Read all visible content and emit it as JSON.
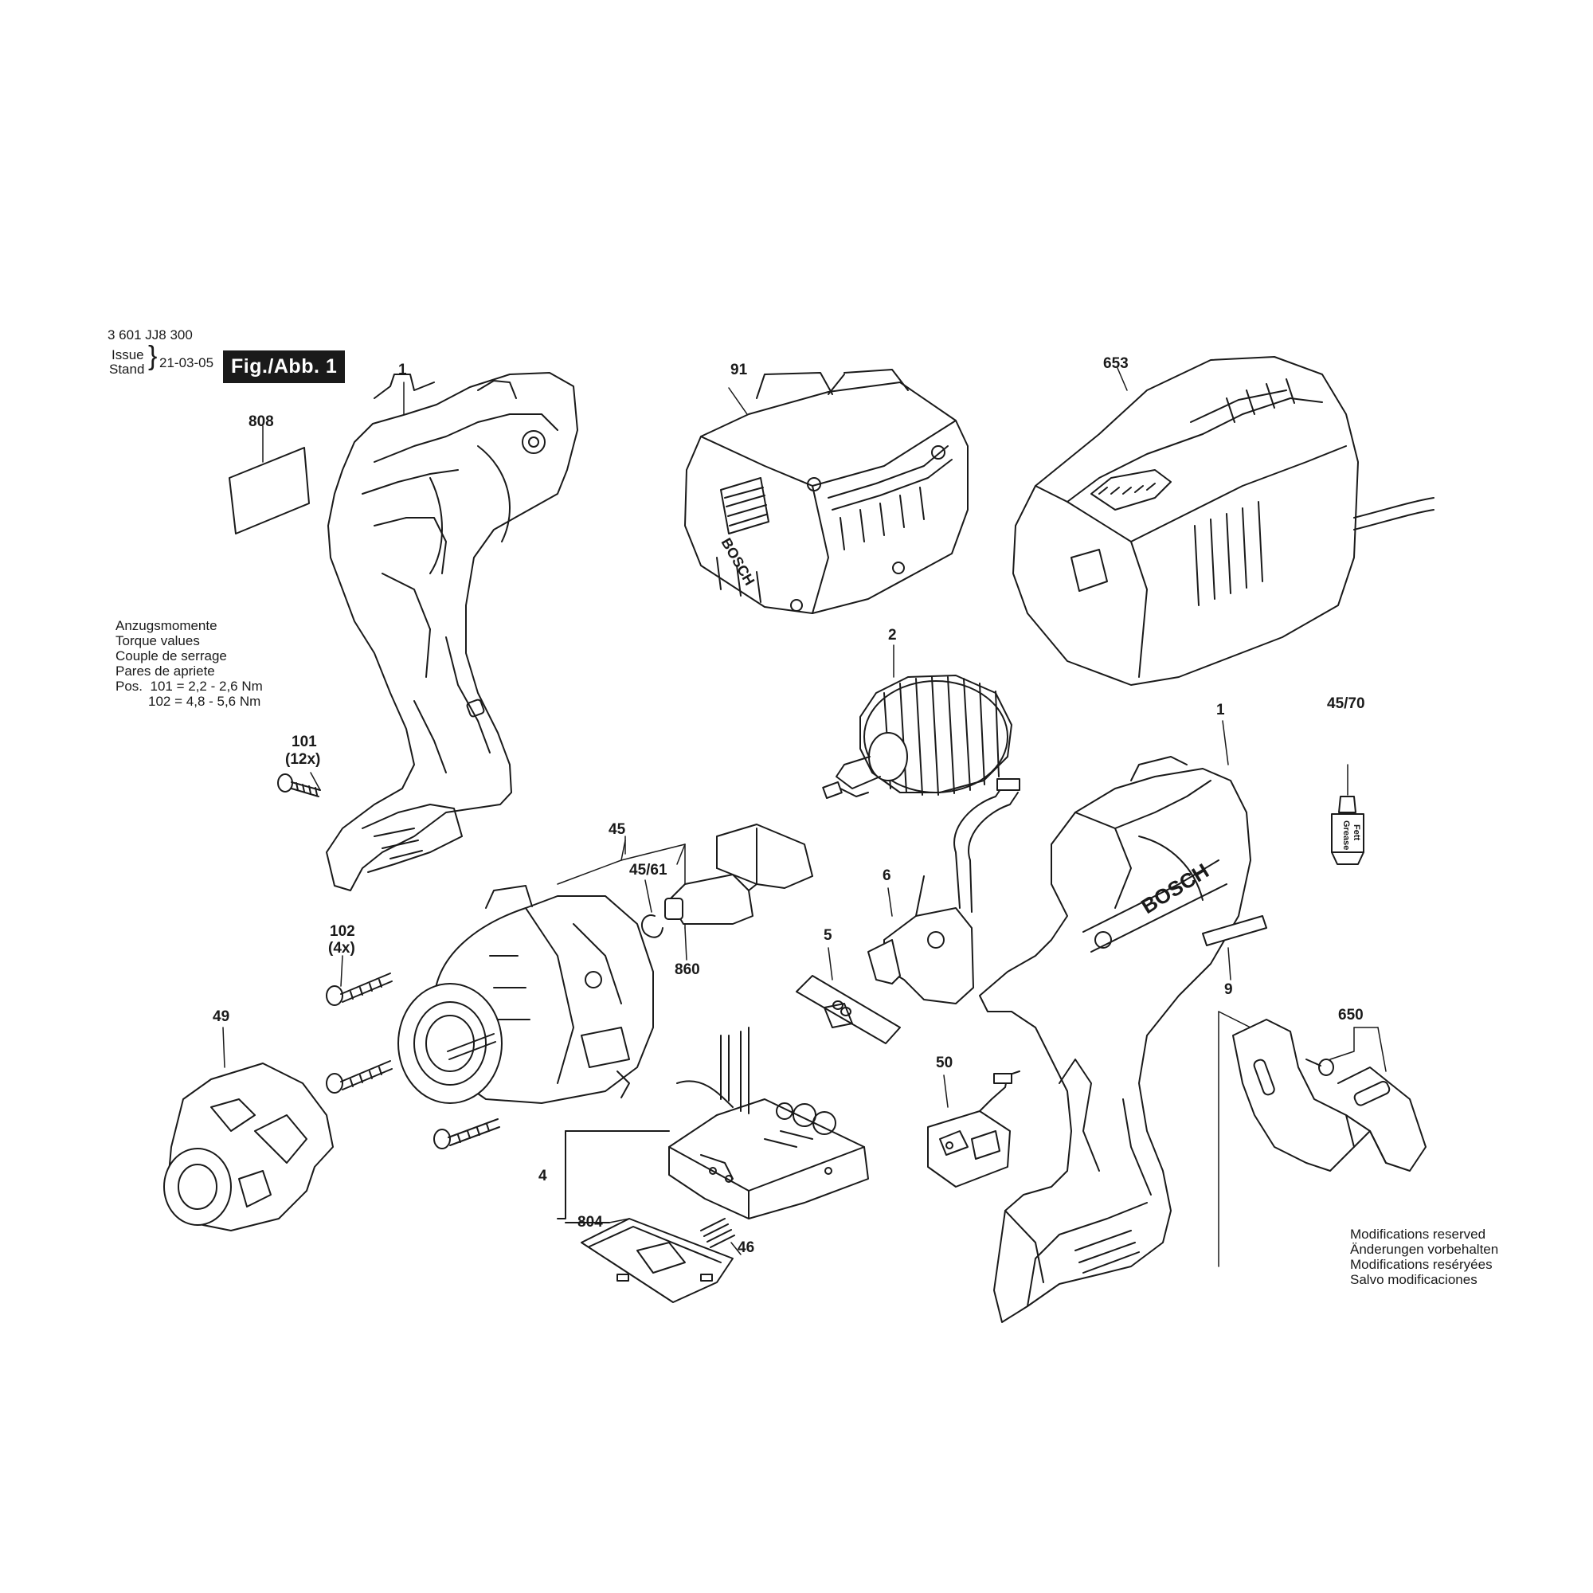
{
  "header": {
    "part_number": "3 601 JJ8 300",
    "issue_label": "Issue",
    "stand_label": "Stand",
    "date": "21-03-05",
    "figure_label": "Fig./Abb. 1"
  },
  "torque_values": {
    "lines": [
      "Anzugsmomente",
      "Torque values",
      "Couple de serrage",
      "Pares de apriete"
    ],
    "pos_label": "Pos.",
    "entries": [
      {
        "pos": "101",
        "value": "= 2,2 - 2,6 Nm"
      },
      {
        "pos": "102",
        "value": "= 4,8 - 5,6 Nm"
      }
    ]
  },
  "modifications": {
    "lines": [
      "Modifications reserved",
      "Änderungen vorbehalten",
      "Modifications reséryées",
      "Salvo modificaciones"
    ]
  },
  "brand_text": {
    "battery": "BOSCH",
    "housing": "BOSCH",
    "grease": [
      "Grease",
      "Fett"
    ]
  },
  "callouts": {
    "c1_left": "1",
    "c808": "808",
    "c101": "101",
    "c101_qty": "(12x)",
    "c91": "91",
    "c653": "653",
    "c2": "2",
    "c1_right": "1",
    "c45_70": "45/70",
    "c45": "45",
    "c45_61": "45/61",
    "c860": "860",
    "c6": "6",
    "c5": "5",
    "c9": "9",
    "c102": "102",
    "c102_qty": "(4x)",
    "c49": "49",
    "c650": "650",
    "c50": "50",
    "c4": "4",
    "c804": "804",
    "c46": "46"
  }
}
